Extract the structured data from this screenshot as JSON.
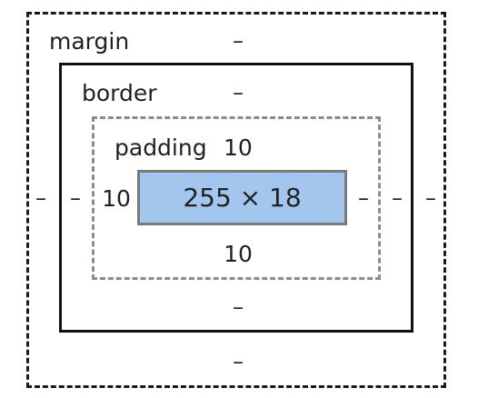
{
  "box_model": {
    "margin": {
      "label": "margin",
      "top": "–",
      "right": "–",
      "bottom": "–",
      "left": "–"
    },
    "border": {
      "label": "border",
      "top": "–",
      "right": "–",
      "bottom": "–",
      "left": "–"
    },
    "padding": {
      "label": "padding",
      "top": "10",
      "right": "–",
      "bottom": "10",
      "left": "10"
    },
    "content": {
      "size": "255 × 18"
    }
  },
  "colors": {
    "content_fill": "#a3c6ee",
    "margin_outline": "#1a1a1a",
    "padding_outline": "#8c8c8c"
  }
}
